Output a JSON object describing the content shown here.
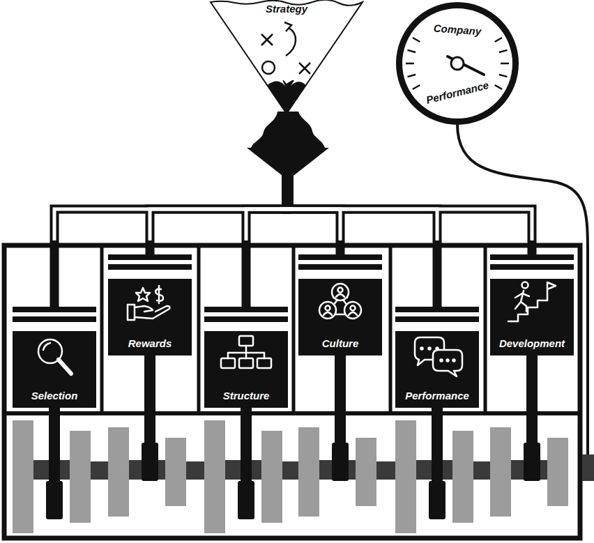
{
  "diagram": {
    "nodes": [
      {
        "text": [
          "Strategy"
        ]
      },
      {
        "text": [
          "Company",
          "Performance"
        ]
      },
      {
        "text": [
          "Selection"
        ]
      },
      {
        "text": [
          "Rewards"
        ]
      },
      {
        "text": [
          "Structure"
        ]
      },
      {
        "text": [
          "Culture"
        ]
      },
      {
        "text": [
          "Performance"
        ]
      },
      {
        "text": [
          "Development"
        ]
      }
    ],
    "edges": [
      {
        "from": 0,
        "to": 2,
        "arrow": "none"
      },
      {
        "from": 0,
        "to": 3,
        "arrow": "none"
      },
      {
        "from": 0,
        "to": 4,
        "arrow": "none"
      },
      {
        "from": 0,
        "to": 5,
        "arrow": "none"
      },
      {
        "from": 0,
        "to": 6,
        "arrow": "none"
      },
      {
        "from": 0,
        "to": 7,
        "arrow": "none"
      }
    ]
  }
}
